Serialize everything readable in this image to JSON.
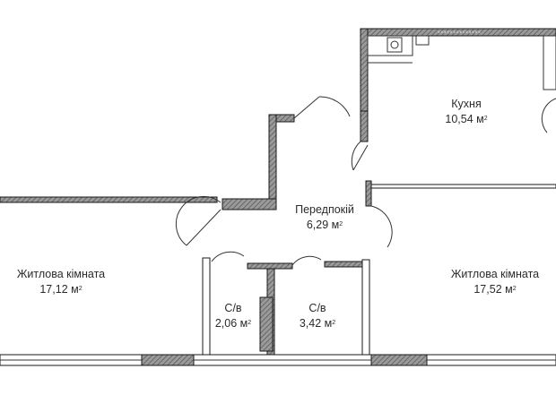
{
  "rooms": {
    "kitchen": {
      "name": "Кухня",
      "area": "10,54 м",
      "unit_sup": "2"
    },
    "hallway": {
      "name": "Передпокій",
      "area": "6,29 м",
      "unit_sup": "2"
    },
    "living_left": {
      "name": "Житлова кімната",
      "area": "17,12 м",
      "unit_sup": "2"
    },
    "living_right": {
      "name": "Житлова кімната",
      "area": "17,52 м",
      "unit_sup": "2"
    },
    "bath_small": {
      "name": "С/в",
      "area": "2,06 м",
      "unit_sup": "2"
    },
    "bath_large": {
      "name": "С/в",
      "area": "3,42 м",
      "unit_sup": "2"
    }
  },
  "colors": {
    "wall_fill": "#8c8c8c",
    "wall_stroke": "#1a1a1a",
    "line": "#333333",
    "text": "#2a2a2a"
  }
}
